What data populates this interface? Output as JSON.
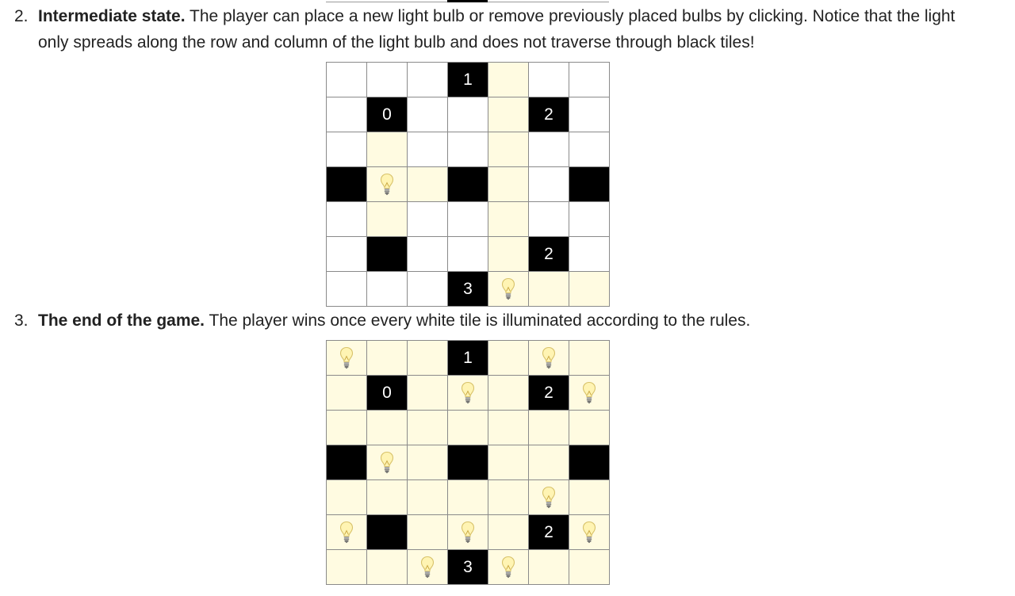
{
  "steps": [
    {
      "number": "2.",
      "title": "Intermediate state.",
      "text": " The player can place a new light bulb or remove previously placed bulbs by clicking. Notice that the light only spreads along the row and column of the light bulb and does not traverse through black tiles!"
    },
    {
      "number": "3.",
      "title": "The end of the game.",
      "text": " The player wins once every white tile is illuminated according to the rules."
    }
  ],
  "legend": {
    "white_tile": "W",
    "illuminated_tile": "L",
    "black_tile": "black cell, optional number clue",
    "bulb": "light-bulb-icon",
    "colors": {
      "black": "#000000",
      "white": "#ffffff",
      "illuminated": "#fffbe1"
    }
  },
  "boards": {
    "intermediate": [
      [
        "W",
        "W",
        "W",
        {
          "black": "1"
        },
        "L",
        "W",
        "W"
      ],
      [
        "W",
        {
          "black": "0"
        },
        "W",
        "W",
        "L",
        {
          "black": "2"
        },
        "W"
      ],
      [
        "W",
        "L",
        "W",
        "W",
        "L",
        "W",
        "W"
      ],
      [
        {
          "black": ""
        },
        "bulb",
        "L",
        {
          "black": ""
        },
        "L",
        "W",
        {
          "black": ""
        }
      ],
      [
        "W",
        "L",
        "W",
        "W",
        "L",
        "W",
        "W"
      ],
      [
        "W",
        {
          "black": ""
        },
        "W",
        "W",
        "L",
        {
          "black": "2"
        },
        "W"
      ],
      [
        "W",
        "W",
        "W",
        {
          "black": "3"
        },
        "bulb",
        "L",
        "L"
      ]
    ],
    "end": [
      [
        "bulb",
        "L",
        "L",
        {
          "black": "1"
        },
        "L",
        "bulb",
        "L"
      ],
      [
        "L",
        {
          "black": "0"
        },
        "L",
        "bulb",
        "L",
        {
          "black": "2"
        },
        "bulb"
      ],
      [
        "L",
        "L",
        "L",
        "L",
        "L",
        "L",
        "L"
      ],
      [
        {
          "black": ""
        },
        "bulb",
        "L",
        {
          "black": ""
        },
        "L",
        "L",
        {
          "black": ""
        }
      ],
      [
        "L",
        "L",
        "L",
        "L",
        "L",
        "bulb",
        "L"
      ],
      [
        "bulb",
        {
          "black": ""
        },
        "L",
        "bulb",
        "L",
        {
          "black": "2"
        },
        "bulb"
      ],
      [
        "L",
        "L",
        "bulb",
        {
          "black": "3"
        },
        "bulb",
        "L",
        "L"
      ]
    ]
  }
}
